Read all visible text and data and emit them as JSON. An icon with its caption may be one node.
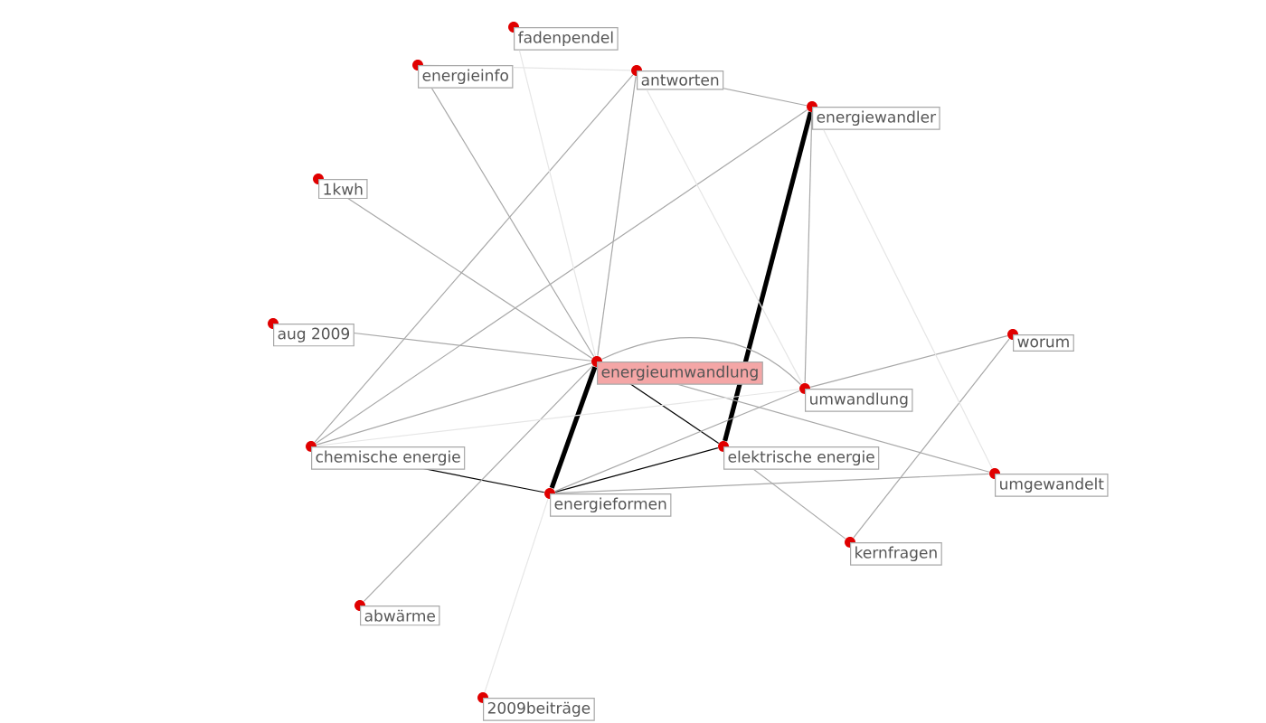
{
  "diagram": {
    "nodes": [
      {
        "text": [
          "fadenpendel"
        ]
      },
      {
        "text": [
          "energieinfo"
        ]
      },
      {
        "text": [
          "antworten"
        ]
      },
      {
        "text": [
          "energiewandler"
        ]
      },
      {
        "text": [
          "1kwh"
        ]
      },
      {
        "text": [
          "aug 2009"
        ]
      },
      {
        "text": [
          "energieumwandlung"
        ]
      },
      {
        "text": [
          "umwandlung"
        ]
      },
      {
        "text": [
          "worum"
        ]
      },
      {
        "text": [
          "chemische energie"
        ]
      },
      {
        "text": [
          "elektrische energie"
        ]
      },
      {
        "text": [
          "umgewandelt"
        ]
      },
      {
        "text": [
          "energieformen"
        ]
      },
      {
        "text": [
          "kernfragen"
        ]
      },
      {
        "text": [
          "abwärme"
        ]
      },
      {
        "text": [
          "2009beiträge"
        ]
      }
    ],
    "edges": [
      {
        "from": 6,
        "to": 12,
        "arrow": "none",
        "style": "thick",
        "color": "#000000"
      },
      {
        "from": 3,
        "to": 10,
        "arrow": "none",
        "style": "thick",
        "color": "#000000"
      },
      {
        "from": 6,
        "to": 10,
        "arrow": "none",
        "color": "#000000"
      },
      {
        "from": 12,
        "to": 10,
        "arrow": "none",
        "color": "#000000"
      },
      {
        "from": 9,
        "to": 12,
        "arrow": "none",
        "color": "#000000"
      },
      {
        "from": 1,
        "to": 6,
        "arrow": "none"
      },
      {
        "from": 2,
        "to": 6,
        "arrow": "none"
      },
      {
        "from": 4,
        "to": 6,
        "arrow": "none"
      },
      {
        "from": 5,
        "to": 6,
        "arrow": "none"
      },
      {
        "from": 2,
        "to": 9,
        "arrow": "none"
      },
      {
        "from": 3,
        "to": 9,
        "arrow": "none"
      },
      {
        "from": 3,
        "to": 7,
        "arrow": "none"
      },
      {
        "from": 2,
        "to": 3,
        "arrow": "none"
      },
      {
        "from": 9,
        "to": 6,
        "arrow": "none"
      },
      {
        "from": 14,
        "to": 6,
        "arrow": "none"
      },
      {
        "from": 12,
        "to": 7,
        "arrow": "none"
      },
      {
        "from": 12,
        "to": 11,
        "arrow": "none"
      },
      {
        "from": 6,
        "to": 11,
        "arrow": "none"
      },
      {
        "from": 10,
        "to": 13,
        "arrow": "none"
      },
      {
        "from": 8,
        "to": 13,
        "arrow": "none"
      },
      {
        "from": 7,
        "to": 8,
        "arrow": "none"
      },
      {
        "from": 6,
        "to": 7,
        "arrow": "none"
      },
      {
        "from": 1,
        "to": 2,
        "arrow": "none",
        "color": "#e6e6e6"
      },
      {
        "from": 0,
        "to": 6,
        "arrow": "none",
        "color": "#e6e6e6"
      },
      {
        "from": 2,
        "to": 7,
        "arrow": "none",
        "color": "#e6e6e6"
      },
      {
        "from": 3,
        "to": 11,
        "arrow": "none",
        "color": "#e6e6e6"
      },
      {
        "from": 9,
        "to": 7,
        "arrow": "none",
        "color": "#e6e6e6"
      },
      {
        "from": 15,
        "to": 12,
        "arrow": "none",
        "color": "#e6e6e6"
      }
    ]
  }
}
